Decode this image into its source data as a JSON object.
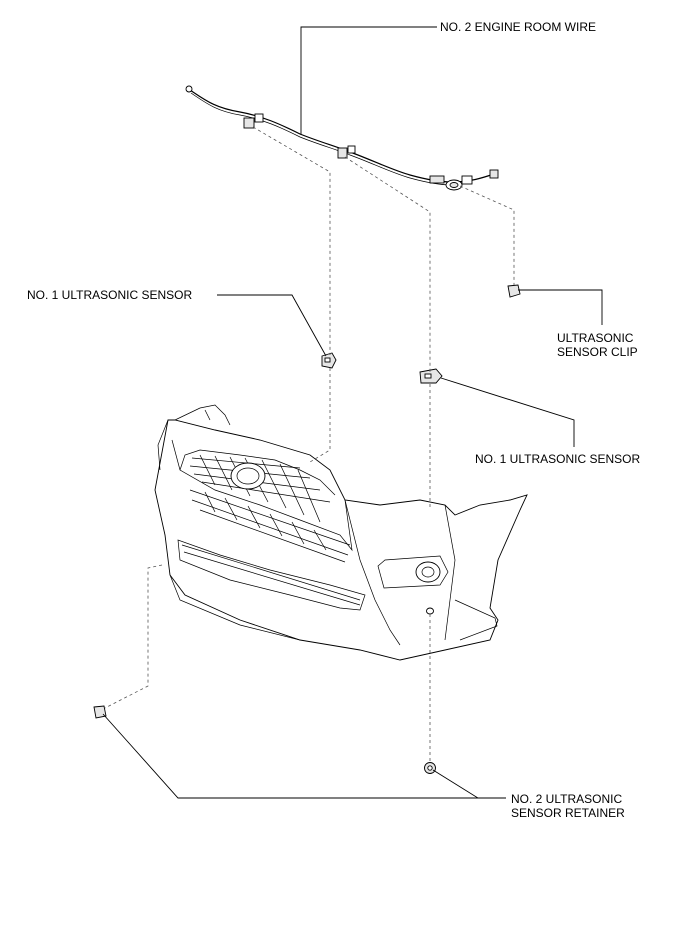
{
  "labels": {
    "engine_room_wire": "NO. 2 ENGINE ROOM WIRE",
    "ultrasonic_sensor_left": "NO. 1 ULTRASONIC SENSOR",
    "sensor_clip_line1": "ULTRASONIC",
    "sensor_clip_line2": "SENSOR CLIP",
    "ultrasonic_sensor_right": "NO. 1 ULTRASONIC SENSOR",
    "retainer_line1": "NO. 2 ULTRASONIC",
    "retainer_line2": "SENSOR RETAINER"
  }
}
